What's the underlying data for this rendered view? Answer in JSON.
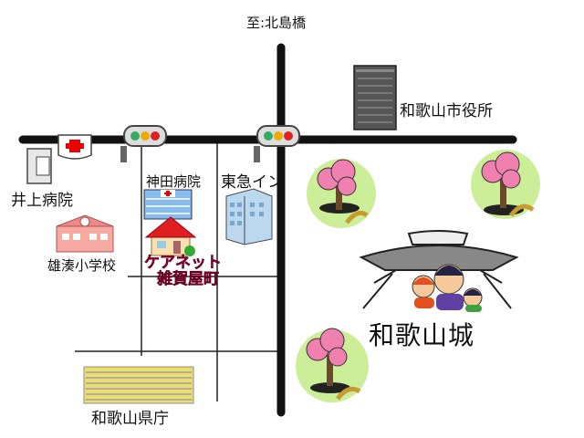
{
  "labels": {
    "north_direction": "至:北島橋",
    "city_hall": "和歌山市役所",
    "inoue_hospital": "井上病院",
    "kanda_hospital": "神田病院",
    "tokyu_inn": "東急イン",
    "school": "雄湊小学校",
    "care_net_line1": "ケアネット",
    "care_net_line2": "雑賀屋町",
    "castle": "和歌山城",
    "pref_office": "和歌山県庁"
  },
  "colors": {
    "road_major": "#111111",
    "road_minor": "#222222",
    "highlight_text": "#cc0044",
    "blossom": "#f080b0",
    "tree_bg": "#ccee99",
    "pref_building": "#f0e060"
  },
  "icons": {
    "signals": [
      "traffic-signal-icon",
      "traffic-signal-icon",
      "traffic-signal-icon"
    ],
    "trees": [
      "cherry-blossom-tree-icon",
      "cherry-blossom-tree-icon",
      "cherry-blossom-tree-icon"
    ]
  }
}
